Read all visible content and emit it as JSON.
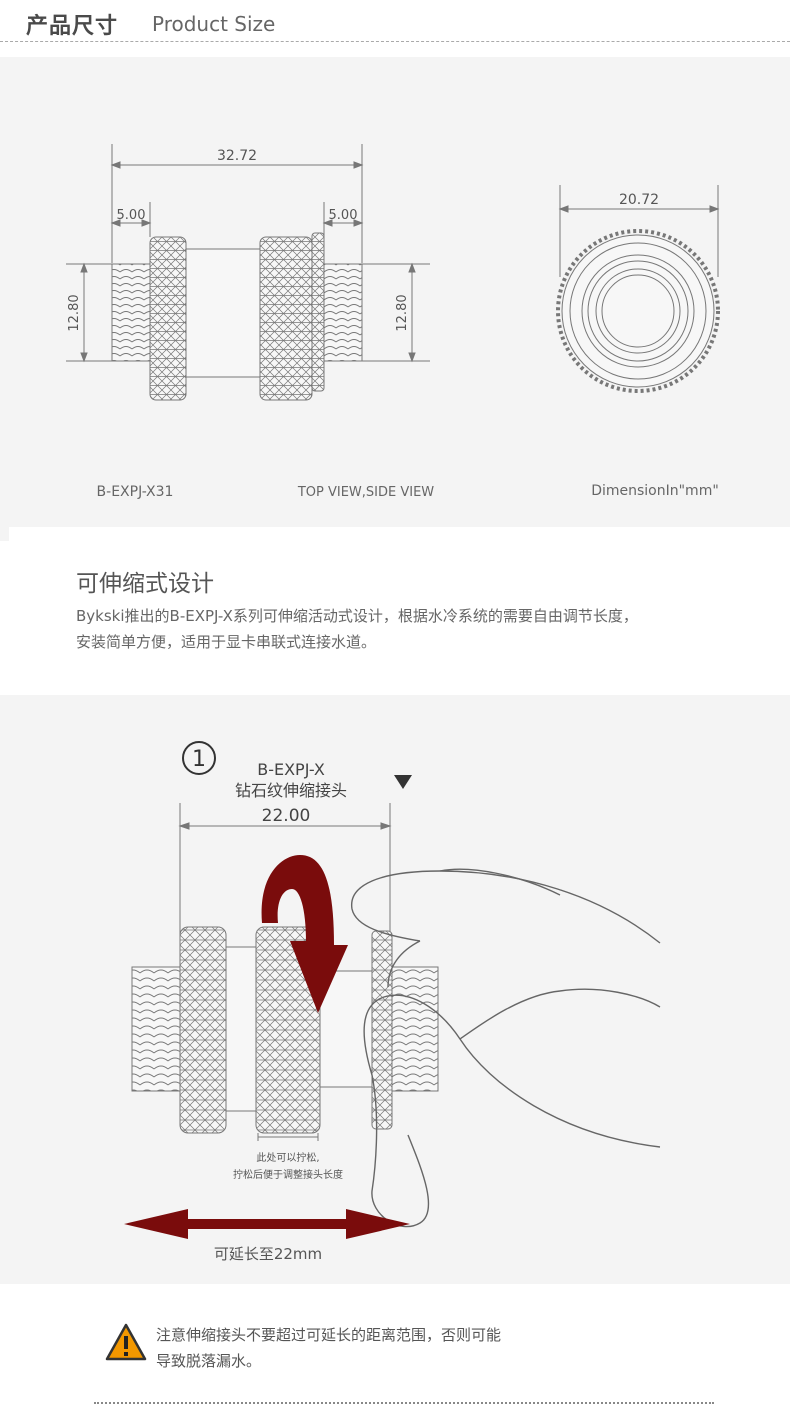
{
  "header": {
    "title_cn": "产品尺寸",
    "title_en": "Product Size"
  },
  "diagram1": {
    "dim_total": "32.72",
    "dim_left": "5.00",
    "dim_right": "5.00",
    "dim_height_left": "12.80",
    "dim_height_right": "12.80",
    "dim_diameter": "20.72",
    "caption_model": "B-EXPJ-X31",
    "caption_views": "TOP VIEW,SIDE VIEW",
    "caption_units": "DimensionIn\"mm\""
  },
  "section": {
    "title": "可伸缩式设计",
    "line1": "Bykski推出的B-EXPJ-X系列可伸缩活动式设计，根据水冷系统的需要自由调节长度，",
    "line2": "安装简单方便，适用于显卡串联式连接水道。"
  },
  "diagram2": {
    "step": "1",
    "model": "B-EXPJ-X",
    "name": "钻石纹伸缩接头",
    "width": "22.00",
    "note_line1": "此处可以拧松,",
    "note_line2": "拧松后便于调整接头长度",
    "extend": "可延长至22mm"
  },
  "warning": {
    "line1": "注意伸缩接头不要超过可延长的距离范围，否则可能",
    "line2": "导致脱落漏水。"
  },
  "colors": {
    "arrow": "#7a0c0c",
    "warning": "#f39800",
    "line": "#777777"
  }
}
